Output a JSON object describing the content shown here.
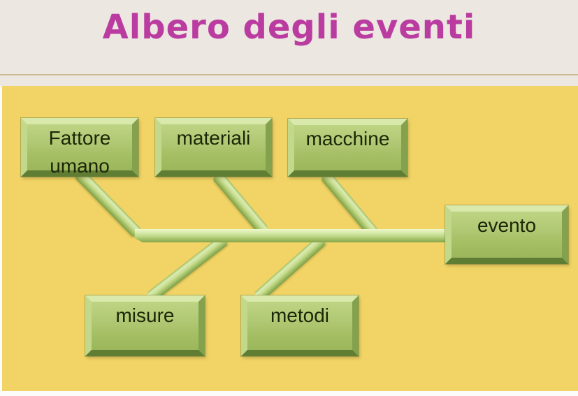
{
  "slide": {
    "title": "Albero degli eventi",
    "diagram_type": "fishbone",
    "nodes": [
      {
        "id": "fattore-umano",
        "label": "Fattore umano",
        "branch": "top"
      },
      {
        "id": "materiali",
        "label": "materiali",
        "branch": "top"
      },
      {
        "id": "macchine",
        "label": "macchine",
        "branch": "top"
      },
      {
        "id": "misure",
        "label": "misure",
        "branch": "bottom"
      },
      {
        "id": "metodi",
        "label": "metodi",
        "branch": "bottom"
      },
      {
        "id": "evento",
        "label": "evento",
        "branch": "head"
      }
    ],
    "colors": {
      "title_text": "#bb3ca0",
      "header_background": "#ece7e1",
      "divider": "#c9bd8e",
      "slide_background": "#f1d465",
      "node_fill": "#a9c268",
      "node_border_light": "#d9e9ab",
      "node_border_dark": "#5f7d33",
      "node_text": "#1c2607"
    }
  }
}
